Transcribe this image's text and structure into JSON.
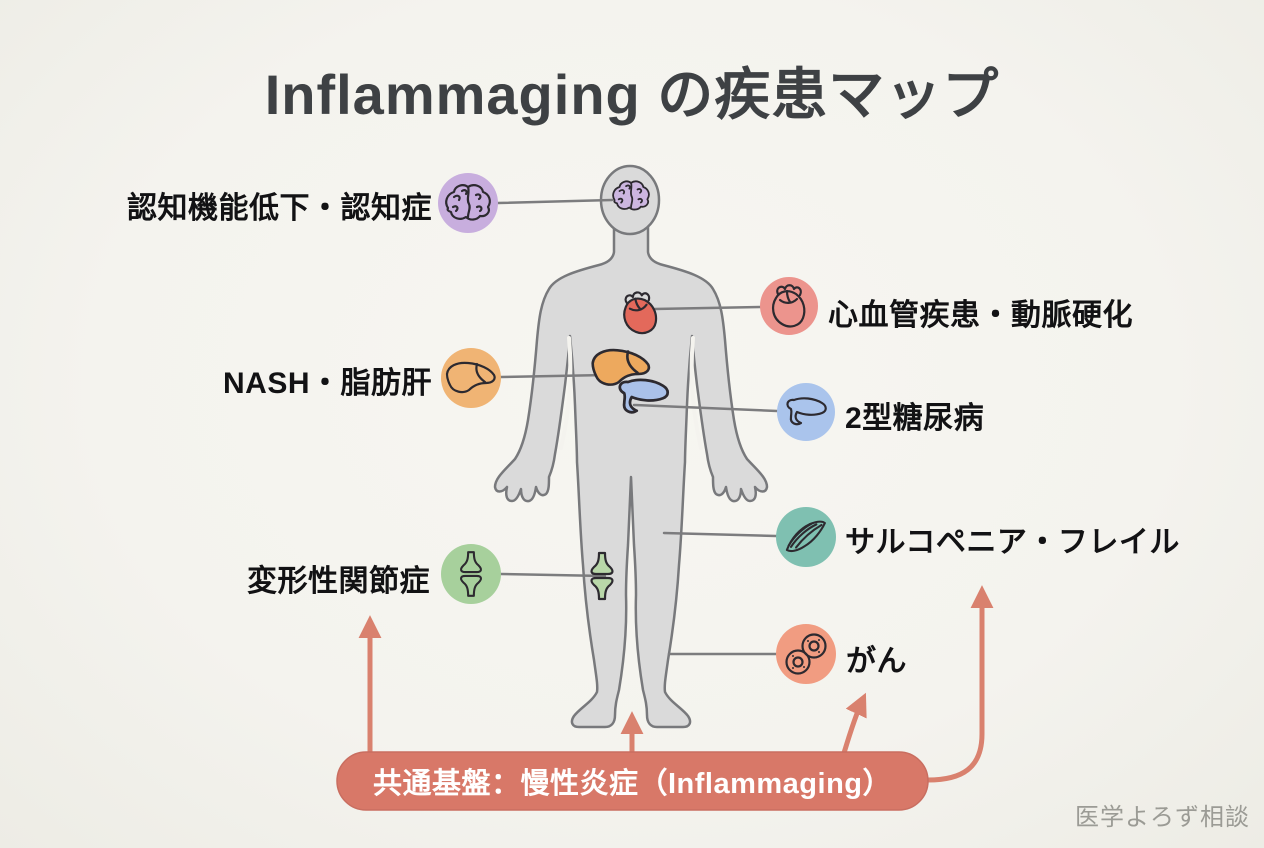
{
  "title": "Inflammaging の疾患マップ",
  "credit": "医学よろず相談",
  "banner": {
    "label": "共通基盤：慢性炎症（Inflammaging）",
    "color": "#d87868"
  },
  "colors": {
    "background": "#f4f3ee",
    "body_fill": "#dadada",
    "body_outline": "#78797c",
    "connector_line": "#7c7c7e",
    "arrow": "#d9816e",
    "title_text": "#3e4144",
    "label_text": "#121214",
    "banner_text": "#ffffff",
    "credit_text": "#9b9b95"
  },
  "diseases": [
    {
      "label": "認知機能低下・認知症",
      "organ": "brain",
      "icon": "brain-icon",
      "badge_color": "#c8aede",
      "side": "left"
    },
    {
      "label": "心血管疾患・動脈硬化",
      "organ": "heart",
      "icon": "heart-icon",
      "badge_color": "#ec948d",
      "side": "right"
    },
    {
      "label": "NASH・脂肪肝",
      "organ": "liver",
      "icon": "liver-icon",
      "badge_color": "#f0b474",
      "side": "left"
    },
    {
      "label": "2型糖尿病",
      "organ": "pancreas",
      "icon": "pancreas-icon",
      "badge_color": "#aac4ec",
      "side": "right"
    },
    {
      "label": "サルコペニア・フレイル",
      "organ": "muscle",
      "icon": "muscle-icon",
      "badge_color": "#7fc0b1",
      "side": "right"
    },
    {
      "label": "変形性関節症",
      "organ": "knee-joint",
      "icon": "joint-icon",
      "badge_color": "#a7d09c",
      "side": "left"
    },
    {
      "label": "がん",
      "organ": "cancer-cells",
      "icon": "cancer-cells-icon",
      "badge_color": "#f19c81",
      "side": "right"
    }
  ]
}
